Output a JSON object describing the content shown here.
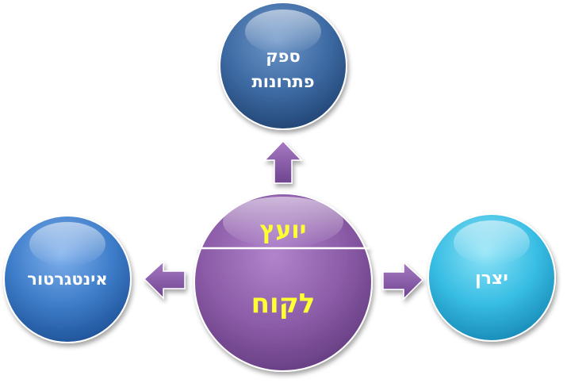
{
  "diagram": {
    "center": {
      "top_label": "יועץ",
      "bottom_label": "לקוח",
      "color": "#8a5aa6",
      "text_color": "#ffff33"
    },
    "nodes": {
      "top": {
        "line1": "ספק",
        "line2": "פתרונות",
        "color": "#2f5c93"
      },
      "left": {
        "label": "אינטגרטור",
        "color": "#2f6fbe"
      },
      "right": {
        "label": "יצרן",
        "color": "#30b6dc"
      }
    },
    "arrow_color": "#8a5aa6"
  }
}
